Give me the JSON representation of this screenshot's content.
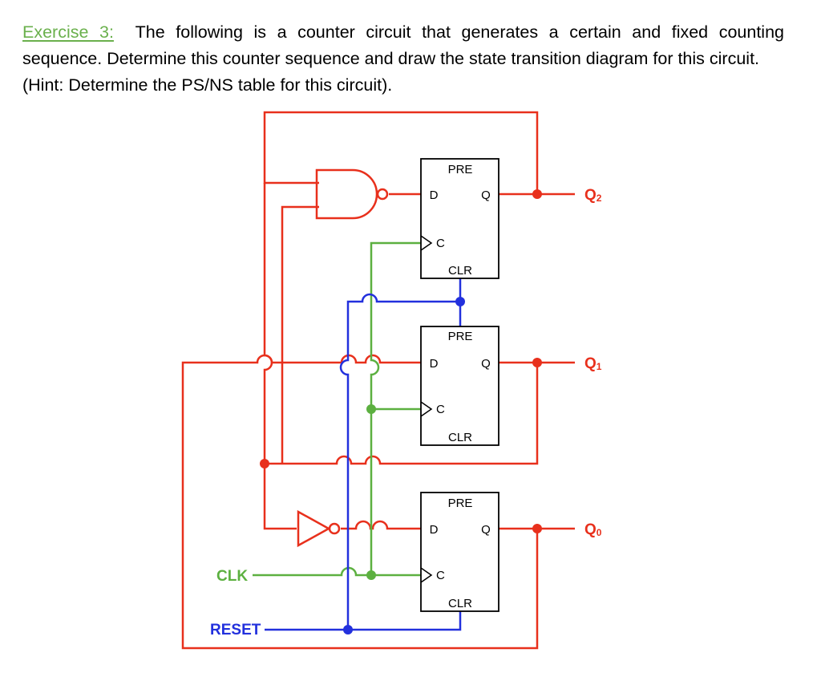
{
  "problem": {
    "label": "Exercise 3:",
    "line1": "The following is a counter circuit that generates a certain and fixed counting",
    "line2": "sequence. Determine this counter sequence and draw the state transition diagram for this circuit.",
    "line3": "(Hint: Determine the PS/NS table for this circuit)."
  },
  "flip_flops": [
    {
      "pre": "PRE",
      "d": "D",
      "q": "Q",
      "c": "C",
      "clr": "CLR"
    },
    {
      "pre": "PRE",
      "d": "D",
      "q": "Q",
      "c": "C",
      "clr": "CLR"
    },
    {
      "pre": "PRE",
      "d": "D",
      "q": "Q",
      "c": "C",
      "clr": "CLR"
    }
  ],
  "outputs": {
    "q2": "Q",
    "q1": "Q",
    "q0": "Q",
    "sub2": "2",
    "sub1": "1",
    "sub0": "0"
  },
  "inputs": {
    "clk": "CLK",
    "reset": "RESET"
  },
  "colors": {
    "logic": "#e8301c",
    "clock": "#5cb040",
    "reset": "#2230dd",
    "exercise": "#6ab04c",
    "outline": "#000000"
  }
}
